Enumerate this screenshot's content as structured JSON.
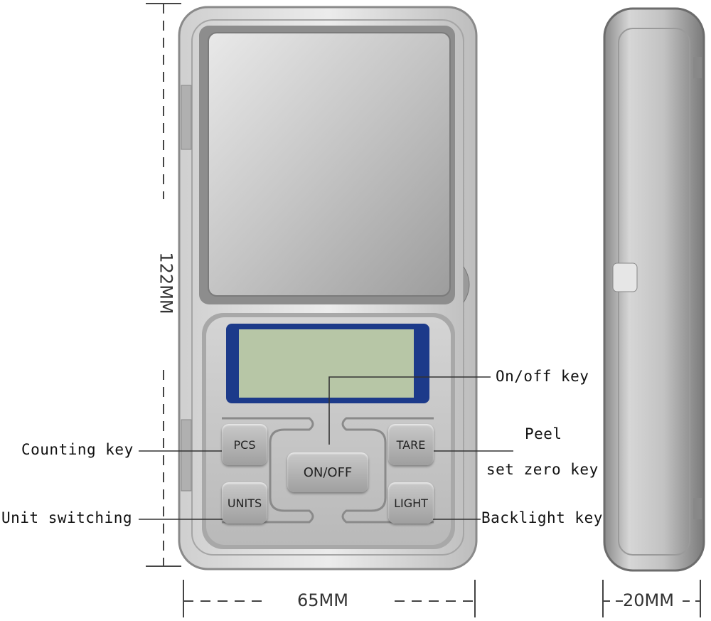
{
  "dimensions": {
    "height": "122MM",
    "width": "65MM",
    "depth": "20MM"
  },
  "keys": {
    "pcs": "PCS",
    "tare": "TARE",
    "onoff": "ON/OFF",
    "units": "UNITS",
    "light": "LIGHT"
  },
  "callouts": {
    "onoff": "On/off key",
    "peel": "Peel",
    "set_zero": "set zero key",
    "counting": "Counting key",
    "unit_switching": "Unit switching",
    "backlight": "Backlight key"
  },
  "colors": {
    "lcd_frame": "#1c3a8a",
    "lcd_screen": "#b7c6a6",
    "body_silver": "#d8d8d8"
  }
}
